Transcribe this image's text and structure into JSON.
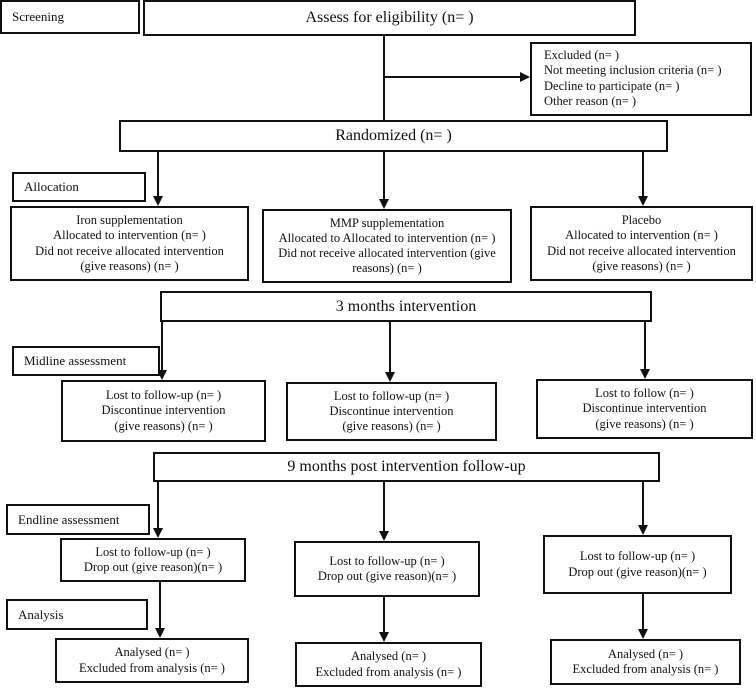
{
  "stages": {
    "screening": "Screening",
    "allocation": "Allocation",
    "midline": "Midline assessment",
    "endline": "Endline assessment",
    "analysis": "Analysis"
  },
  "eligibility": {
    "title": "Assess for eligibility (n= )"
  },
  "excluded": {
    "lines": [
      "Excluded (n= )",
      "Not meeting inclusion criteria (n= )",
      "Decline to participate (n= )",
      "Other reason (n= )"
    ]
  },
  "randomized": {
    "title": "Randomized (n= )"
  },
  "arms": [
    {
      "allocation_lines": [
        "Iron supplementation",
        "Allocated to intervention (n= )",
        "Did not receive allocated intervention",
        "(give reasons) (n= )"
      ],
      "midline_lines": [
        "Lost to follow-up (n= )",
        "Discontinue intervention",
        "(give reasons) (n= )"
      ],
      "endline_lines": [
        "Lost to follow-up (n= )",
        "Drop out (give reason)(n= )"
      ],
      "analysis_lines": [
        "Analysed (n= )",
        "Excluded from analysis (n= )"
      ]
    },
    {
      "allocation_lines": [
        "MMP supplementation",
        "Allocated to Allocated to intervention (n= )",
        "Did not receive allocated intervention (give",
        "reasons) (n= )"
      ],
      "midline_lines": [
        "Lost to follow-up (n= )",
        "Discontinue intervention",
        "(give reasons) (n= )"
      ],
      "endline_lines": [
        "Lost to follow-up (n= )",
        "Drop out (give reason)(n= )"
      ],
      "analysis_lines": [
        "Analysed (n= )",
        "Excluded from analysis (n= )"
      ]
    },
    {
      "allocation_lines": [
        "Placebo",
        "Allocated to intervention (n= )",
        "Did not receive allocated intervention",
        "(give reasons) (n= )"
      ],
      "midline_lines": [
        "Lost to follow (n= )",
        "Discontinue intervention",
        "(give reasons) (n= )"
      ],
      "endline_lines": [
        "Lost to follow-up (n= )",
        "Drop out (give reason)(n= )"
      ],
      "analysis_lines": [
        "Analysed (n= )",
        "Excluded from analysis (n= )"
      ]
    }
  ],
  "intervention": {
    "title": "3 months intervention"
  },
  "followup": {
    "title": "9 months post intervention follow-up"
  }
}
